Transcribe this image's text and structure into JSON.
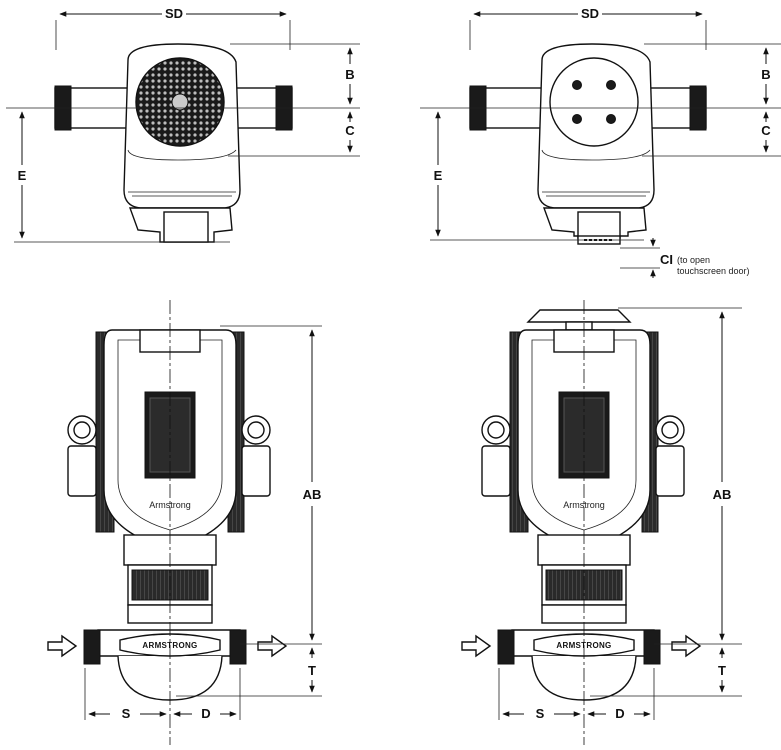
{
  "dimensions": {
    "sd": "SD",
    "b": "B",
    "c": "C",
    "e": "E",
    "ci": "CI",
    "ci_note_line1": "(to open",
    "ci_note_line2": "touchscreen door)",
    "ab": "AB",
    "t": "T",
    "s": "S",
    "d": "D"
  },
  "brand_label": "ARMSTRONG"
}
